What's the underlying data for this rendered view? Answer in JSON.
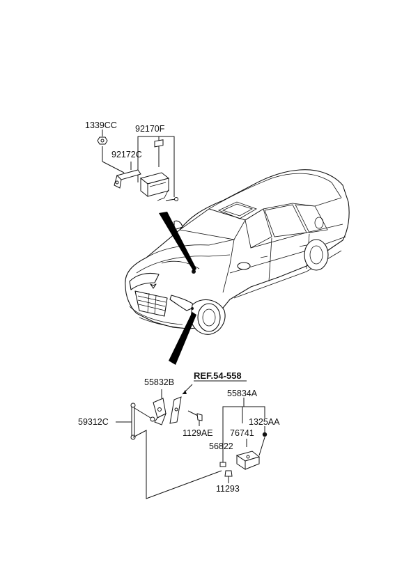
{
  "parts": {
    "p1339cc": "1339CC",
    "p92170f": "92170F",
    "p92172c": "92172C",
    "p55832b": "55832B",
    "ref": "REF.54-558",
    "p55834a": "55834A",
    "p59312c": "59312C",
    "p1325aa": "1325AA",
    "p1129ae": "1129AE",
    "p76741": "76741",
    "p56822": "56822",
    "p11293": "11293"
  }
}
